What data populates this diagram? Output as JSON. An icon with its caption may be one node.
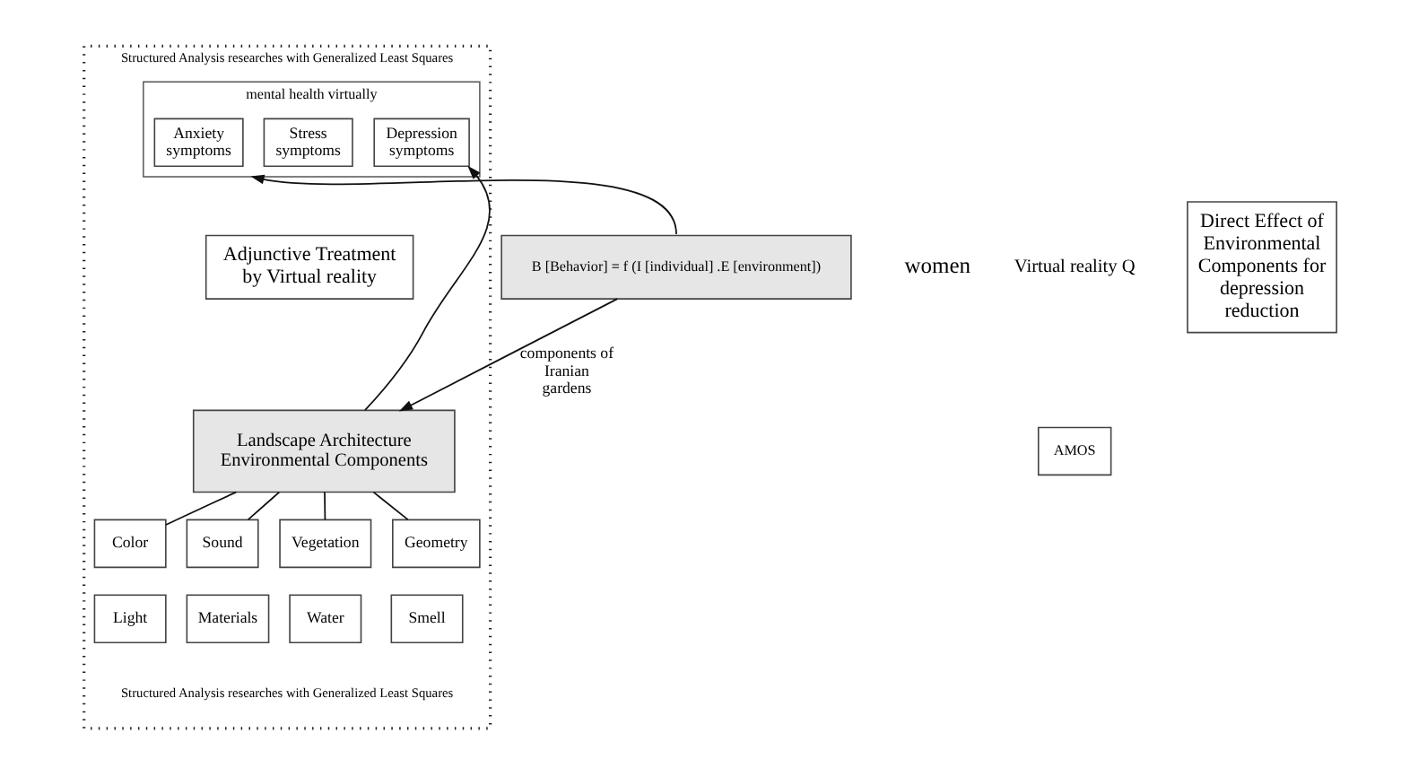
{
  "diagram": {
    "nodes": [
      {
        "text": [
          "Structured Analysis researches with Generalized Least Squares",
          "Structured Analysis researches with Generalized Least Squares"
        ]
      },
      {
        "text": [
          "mental health virtually"
        ],
        "in": 0
      },
      {
        "text": [
          "Anxiety symptoms"
        ],
        "in": 1
      },
      {
        "text": [
          "Stress symptoms"
        ],
        "in": 1
      },
      {
        "text": [
          "Depression symptoms"
        ],
        "in": 1
      },
      {
        "text": [
          "B [Behavior] = f (I [individual] .E [environment])"
        ]
      },
      {
        "text": [
          "Adjunctive Treatment by Virtual reality"
        ],
        "in": 0
      },
      {
        "text": [
          "Direct Effect of Environmental Components for depression reduction"
        ]
      },
      {
        "text": [
          "AMOS"
        ]
      },
      {
        "text": [
          "Landscape Architecture Environmental Components"
        ],
        "in": 0
      },
      {
        "text": [
          "Color"
        ],
        "in": 0
      },
      {
        "text": [
          "Sound"
        ],
        "in": 0
      },
      {
        "text": [
          "Vegetation"
        ],
        "in": 0
      },
      {
        "text": [
          "Geometry"
        ],
        "in": 0
      },
      {
        "text": [
          "Light"
        ],
        "in": 0
      },
      {
        "text": [
          "Materials"
        ],
        "in": 0
      },
      {
        "text": [
          "Water"
        ],
        "in": 0
      },
      {
        "text": [
          "Smell"
        ],
        "in": 0
      }
    ],
    "edges": [
      {
        "from": 5,
        "to": 1,
        "arrow": "to"
      },
      {
        "from": 5,
        "to": 9,
        "arrow": "to",
        "label": "components of Iranian gardens"
      },
      {
        "from": 9,
        "to": 4,
        "arrow": "to"
      },
      {
        "from": 9,
        "to": 10,
        "arrow": "none"
      },
      {
        "from": 9,
        "to": 11,
        "arrow": "none"
      },
      {
        "from": 9,
        "to": 12,
        "arrow": "none"
      },
      {
        "from": 9,
        "to": 13,
        "arrow": "none"
      }
    ],
    "labels": [
      "women",
      "Virtual reality Q"
    ]
  }
}
